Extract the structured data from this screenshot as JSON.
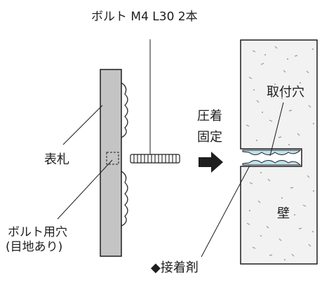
{
  "labels": {
    "bolt_spec": "ボルト M4 L30 2本",
    "name_plate": "表札",
    "bolt_hole_line1": "ボルト用穴",
    "bolt_hole_line2": "(目地あり)",
    "press_line1": "圧着",
    "press_line2": "固定",
    "mounting_hole": "取付穴",
    "wall": "壁",
    "adhesive": "◆接着剤"
  },
  "colors": {
    "plate_fill": "#c4c4c4",
    "wall_fill": "#f2f2f2",
    "adhesive_fill": "#bfe3ef",
    "outline": "#1e1e1e"
  },
  "icons": {
    "arrow": "right-arrow-icon"
  }
}
